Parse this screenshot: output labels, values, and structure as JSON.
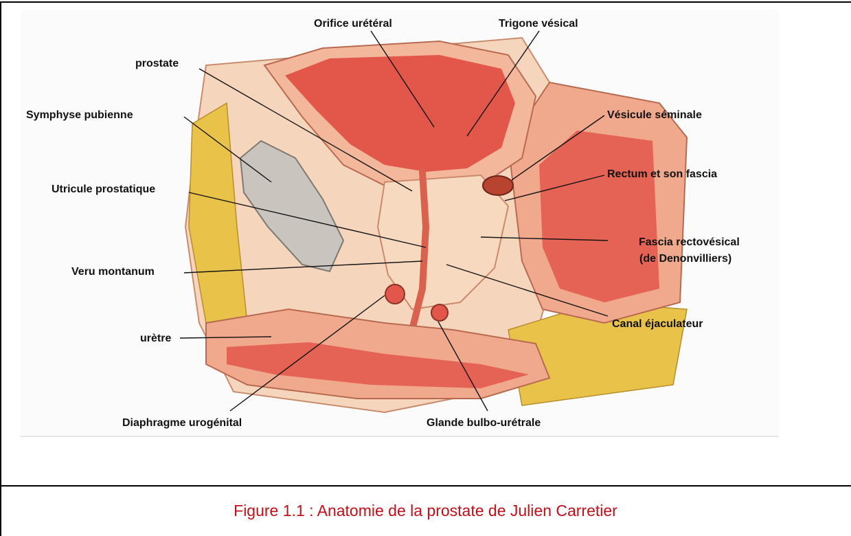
{
  "labels": {
    "orifice_ureteral": "Orifice urétéral",
    "trigone_vesical": "Trigone vésical",
    "prostate": "prostate",
    "symphyse_pubienne": "Symphyse pubienne",
    "vesicule_seminale": "Vésicule séminale",
    "rectum_fascia": "Rectum et son fascia",
    "utricule_prostatique": "Utricule prostatique",
    "fascia_rectovesical_line1": "Fascia rectovésical",
    "fascia_rectovesical_line2": "(de Denonvilliers)",
    "veru_montanum": "Veru montanum",
    "canal_ejaculateur": "Canal éjaculateur",
    "uretre": "urètre",
    "diaphragme_urogenital": "Diaphragme urogénital",
    "glande_bulbo_uretrale": "Glande bulbo-urétrale"
  },
  "caption": "Figure 1.1 : Anatomie de la prostate de Julien Carretier",
  "colors": {
    "caption_text": "#c0101a",
    "bladder": "#e2574a",
    "tissue": "#f4c6a8",
    "fat": "#e9c24a",
    "bone": "#c9c4be",
    "muscle": "#d9614e"
  }
}
